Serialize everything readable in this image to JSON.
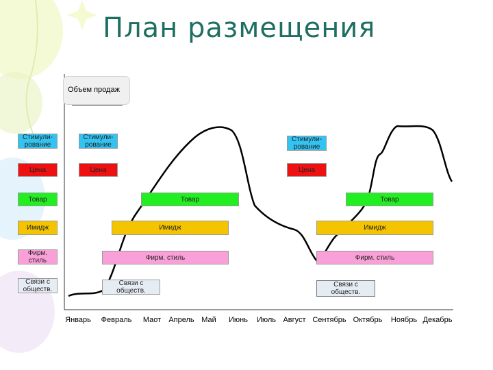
{
  "title": "План размещения",
  "legend": "Объем продаж",
  "months": [
    "Январь",
    "Февраль",
    "Маот",
    "Апрель",
    "Май",
    "Июнь",
    "Июль",
    "Август",
    "Сентябрь",
    "Октябрь",
    "Ноябрь",
    "Декабрь"
  ],
  "colors": {
    "title": "#1f6e62",
    "stimul": "#33c3f0",
    "price": "#ee1111",
    "product": "#22ee22",
    "image": "#f5c400",
    "style": "#f9a0d8",
    "pr": "#e6ecf4"
  },
  "labels": {
    "stimul": "Стимули-\nрование",
    "price": "Цена",
    "product": "Товар",
    "image": "Имидж",
    "style_left": "Фирм.\nстиль",
    "style": "Фирм. стиль",
    "pr": "Связи с\nобществ."
  },
  "decorations": [
    "balloon-left",
    "balloon-left-small",
    "sparkle-star"
  ]
}
